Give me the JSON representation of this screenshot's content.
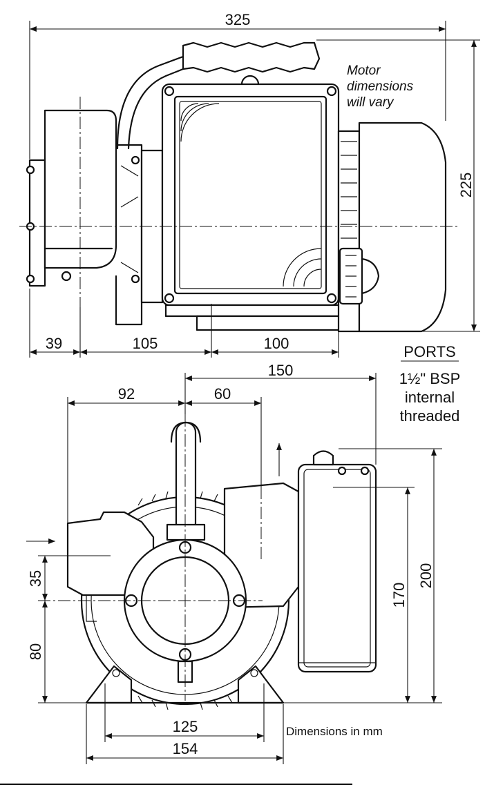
{
  "dimensions": {
    "top_width": "325",
    "top_height": "225",
    "top_a": "39",
    "top_b": "105",
    "top_c": "100",
    "front_150": "150",
    "front_92": "92",
    "front_60": "60",
    "front_35": "35",
    "front_80": "80",
    "front_170": "170",
    "front_200": "200",
    "front_125": "125",
    "front_154": "154"
  },
  "note": {
    "line1": "Motor",
    "line2": "dimensions",
    "line3": "will vary"
  },
  "ports": {
    "heading": "PORTS",
    "line1": "1½\" BSP",
    "line2": "internal",
    "line3": "threaded"
  },
  "units_note": "Dimensions in mm"
}
